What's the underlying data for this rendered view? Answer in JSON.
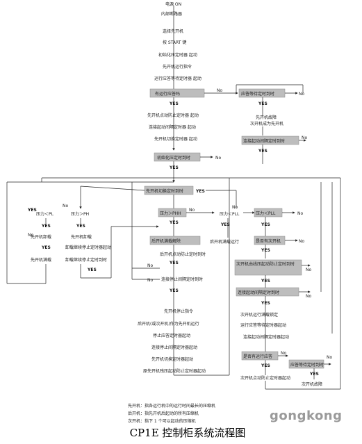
{
  "title": "CP1E 控制柜系统流程图",
  "watermark": "gongkong",
  "labels": {
    "power_on": "电源 ON",
    "breaker": "内部断路器",
    "select_first": "选择先开机",
    "press_start": "按 START 键",
    "init_timer": "初始化压定时器  起动",
    "first_run_cmd": "先开机运行指令",
    "run_wait_timer": "运行应答等待定时器  起动",
    "run_answer_q": "有运行应答吗",
    "answer_timeout_q": "应答等待定时到时",
    "first_fault": "先开机故障",
    "switch_second": "次开机成为先开机",
    "first_point_timer": "先开机点动防止定时器  起动",
    "interval_timer": "连接起动间隔定时器  起动",
    "first_switch_timer": "先开机切换定时器  起动",
    "interval_timeout_q1": "连接起动间隔定时到时",
    "init_timeout_q": "初始化压定时到时",
    "first_switch_timeout_q": "先开机切换定时到时",
    "p_lt_pl": "压力＜PL",
    "p_gt_ph_a": "压力＞PH",
    "first_unload": "先开机卸载",
    "first_unload_b": "先开机卸载",
    "unload_timer": "卸载继续停止定时器起动",
    "full_load": "先开机满载",
    "unload_timeout_q": "卸载继续停止定时到时",
    "p_gt_phh": "压力＞PHH",
    "first_full_release": "后开机满载解除",
    "p_lt_pll_a": "压力＜PLL",
    "first_full_run": "后开机满载运行",
    "p_lt_pll_b": "压力＜PLL",
    "second_exists_q": "是否有次开机",
    "second_start_timer": "次开机由线压起动防止定时到时",
    "interval_timeout_q2": "连接起动间隔定时到时",
    "interval_timeout_q3": "连接起动间隔定时到时",
    "point_timeout_q": "后开机点动防止定时到时",
    "stop_interval_timeout_q": "连接停止间隔定时到时",
    "stop_cmd": "先开机停止指令",
    "second_becomes_first": "后开机(或次开机)作为先开机运行",
    "stop_wait_timer": "停止应答定时器起动",
    "stop_interval_timer": "连接停止间隔定时器起动",
    "first_switch_timer2": "先开机切换定时器起动",
    "reset_all": "原先开机残压起动防止定时器起动",
    "second_full_lock": "次开机运行满载锁定",
    "run_wait_timer2": "运行应答等待定时器起动",
    "interval_timer2": "连接起动间隔定时器起动",
    "run_answer_q2": "是否有运行应答",
    "answer_timeout_q2": "应答等待定时到时",
    "second_point_timer": "次开机点动防止定时器起动",
    "second_fault": "次开机故障",
    "yes": "YES",
    "no": "No"
  },
  "notes": [
    "先开机：指各运行机中的运行时间最长的压缩机",
    "后开机：指先开机后起动的所有压缩机",
    "次开机：指下 1 个可以起动的压缩机"
  ]
}
